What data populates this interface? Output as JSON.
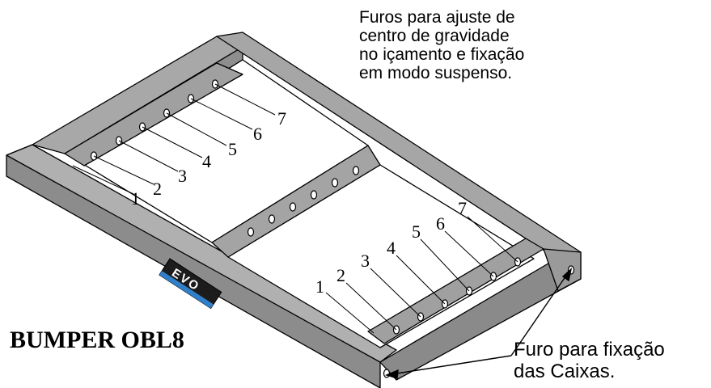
{
  "note_top": {
    "lines": [
      "Furos para ajuste de",
      "centro de gravidade",
      "no içamento e fixação",
      "em modo suspenso."
    ]
  },
  "note_bottom": {
    "lines": [
      "Furo para fixação",
      "das Caixas."
    ]
  },
  "product_title": "BUMPER OBL8",
  "logo_text": "EVO",
  "left_hole_labels": [
    "1",
    "2",
    "3",
    "4",
    "5",
    "6",
    "7"
  ],
  "right_hole_labels": [
    "1",
    "2",
    "3",
    "4",
    "5",
    "6",
    "7"
  ],
  "colors": {
    "frame_top": "#a2a2a2",
    "frame_side": "#8c8c8c",
    "frame_inner": "#b8b8b8",
    "edge": "#000000",
    "logo_bg": "#1c1c1c",
    "logo_accent": "#2f7fc9"
  }
}
